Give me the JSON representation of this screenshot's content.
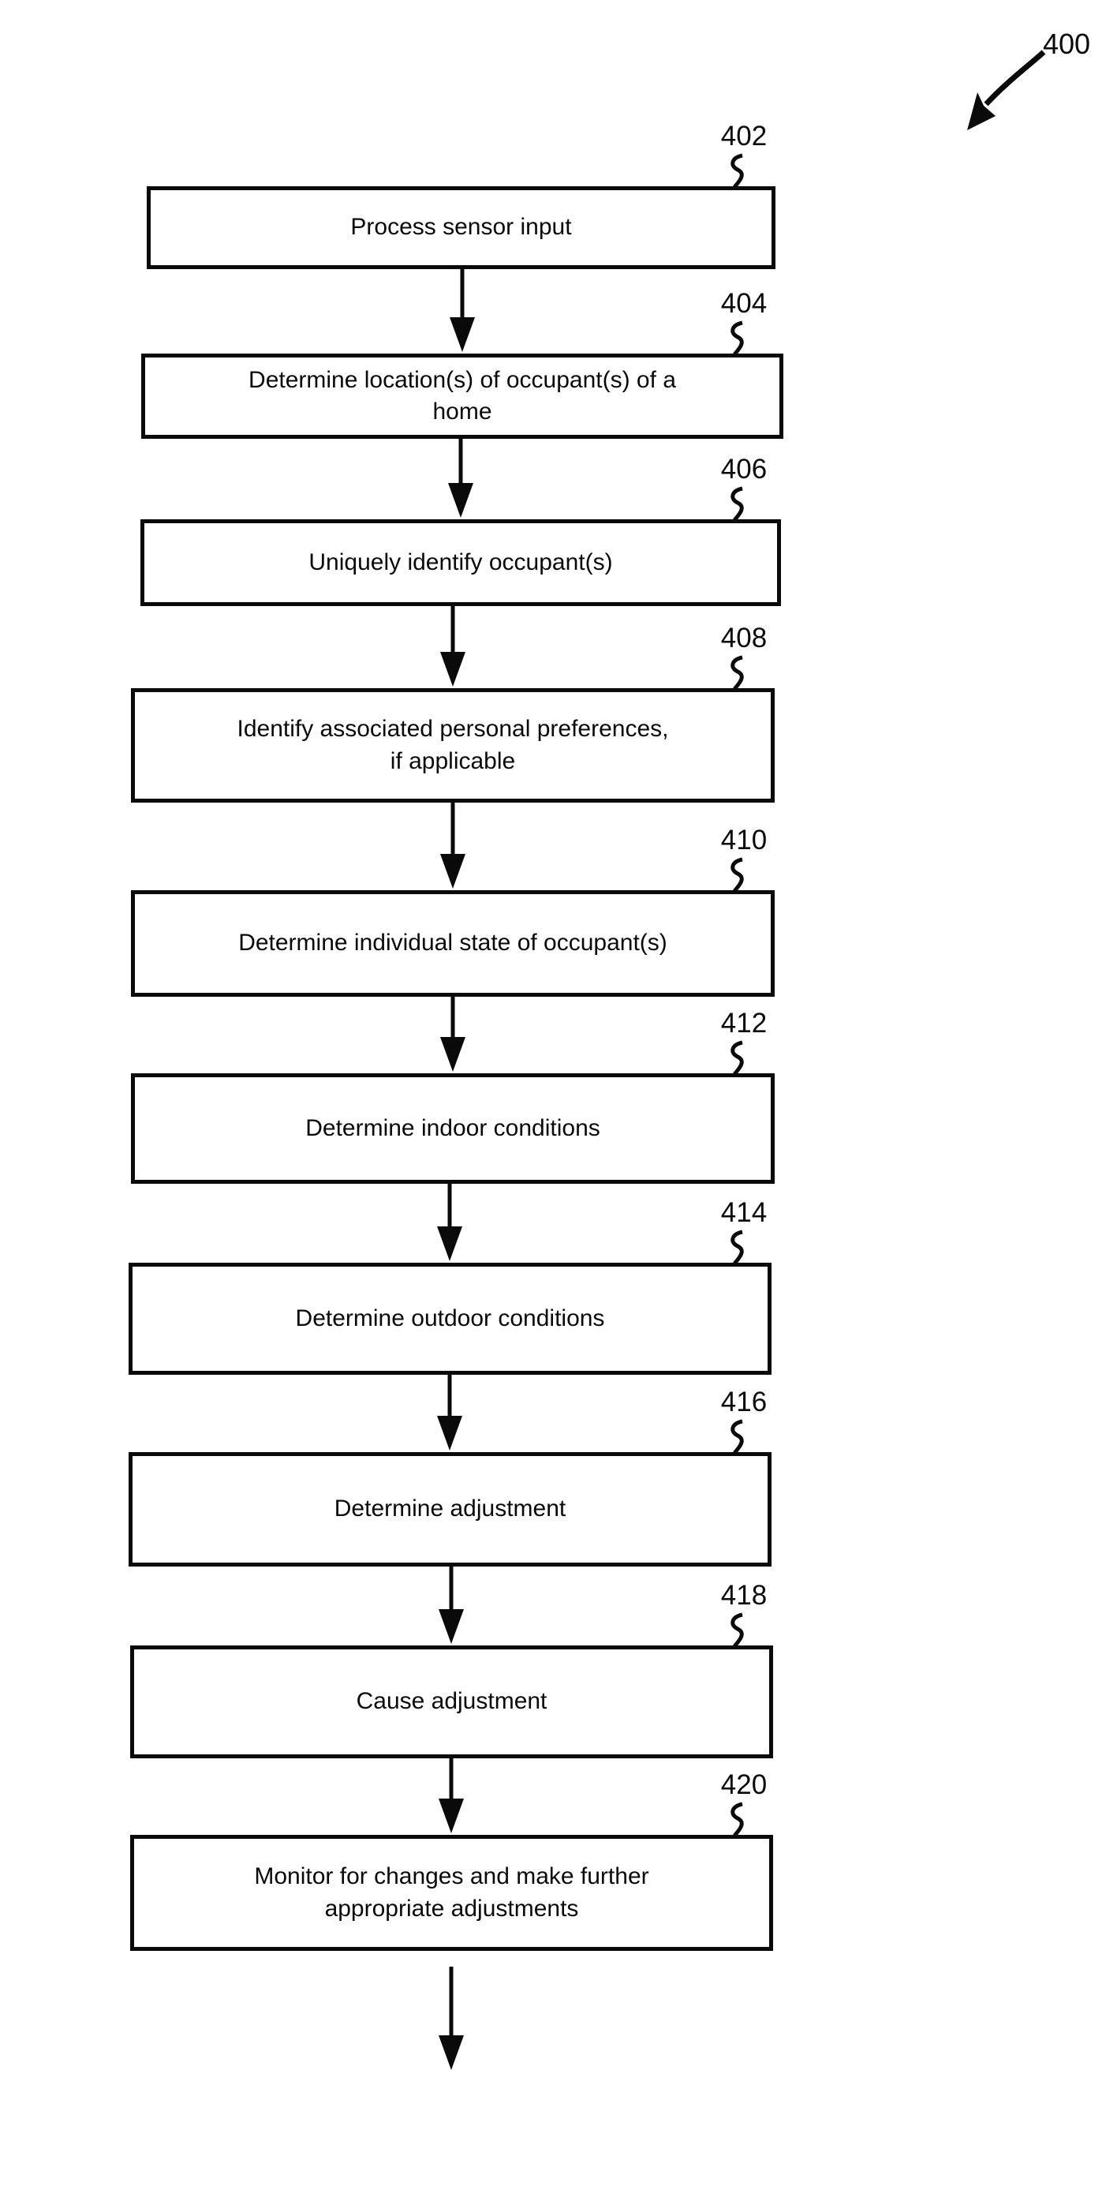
{
  "figure": {
    "ref": "400"
  },
  "steps": [
    {
      "ref": "402",
      "label": "Process sensor input"
    },
    {
      "ref": "404",
      "label": "Determine location(s) of occupant(s) of a\nhome"
    },
    {
      "ref": "406",
      "label": "Uniquely identify occupant(s)"
    },
    {
      "ref": "408",
      "label": "Identify associated personal preferences,\nif applicable"
    },
    {
      "ref": "410",
      "label": "Determine individual state of occupant(s)"
    },
    {
      "ref": "412",
      "label": "Determine indoor conditions"
    },
    {
      "ref": "414",
      "label": "Determine outdoor conditions"
    },
    {
      "ref": "416",
      "label": "Determine adjustment"
    },
    {
      "ref": "418",
      "label": "Cause adjustment"
    },
    {
      "ref": "420",
      "label": "Monitor for changes and make further\nappropriate adjustments"
    }
  ],
  "colors": {
    "ink": "#0a0a0a",
    "background": "#ffffff"
  }
}
